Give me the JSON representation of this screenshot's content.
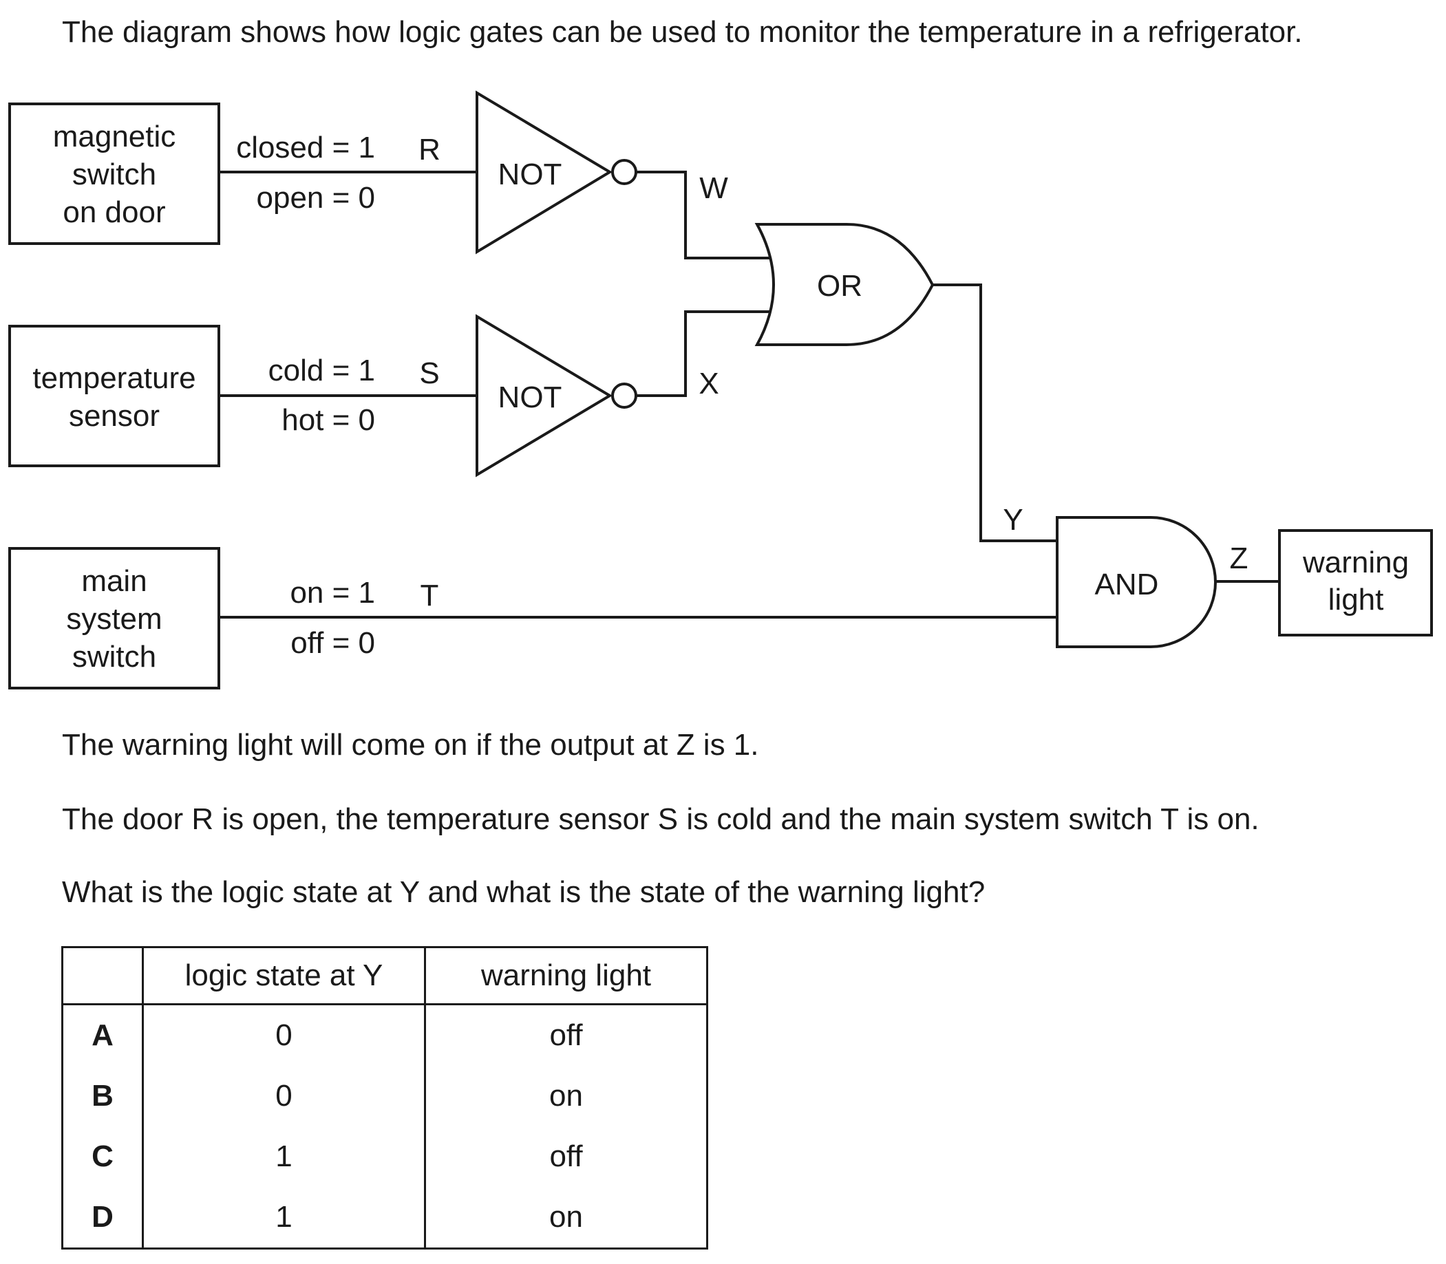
{
  "intro": "The diagram shows how logic gates can be used to monitor the temperature in a refrigerator.",
  "diagram": {
    "inputs": {
      "door": {
        "lines": [
          "magnetic",
          "switch",
          "on door"
        ],
        "high": "closed = 1",
        "low": "open = 0",
        "signal": "R"
      },
      "temp": {
        "lines": [
          "temperature",
          "sensor"
        ],
        "high": "cold = 1",
        "low": "hot = 0",
        "signal": "S"
      },
      "main": {
        "lines": [
          "main",
          "system",
          "switch"
        ],
        "high": "on = 1",
        "low": "off = 0",
        "signal": "T"
      }
    },
    "gates": {
      "not1": "NOT",
      "not2": "NOT",
      "or": "OR",
      "and": "AND"
    },
    "nodes": {
      "w": "W",
      "x": "X",
      "y": "Y",
      "z": "Z"
    },
    "output": {
      "lines": [
        "warning",
        "light"
      ]
    }
  },
  "statement1": "The warning light will come on if the output at Z is 1.",
  "statement2": "The door R is open, the temperature sensor S is cold and the main system switch T is on.",
  "question": "What is the logic state at Y and what is the state of the warning light?",
  "table": {
    "headers": [
      "",
      "logic state at Y",
      "warning light"
    ],
    "rows": [
      {
        "option": "A",
        "y": "0",
        "light": "off"
      },
      {
        "option": "B",
        "y": "0",
        "light": "on"
      },
      {
        "option": "C",
        "y": "1",
        "light": "off"
      },
      {
        "option": "D",
        "y": "1",
        "light": "on"
      }
    ]
  }
}
